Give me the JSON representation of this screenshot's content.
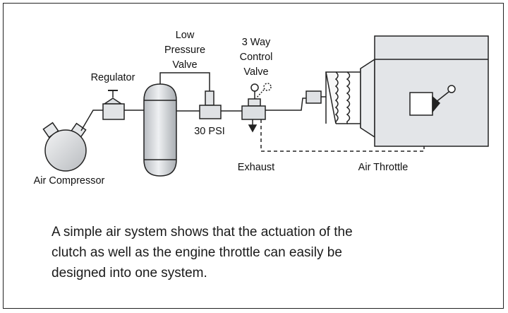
{
  "diagram": {
    "labels": {
      "low_pressure_valve": [
        "Low",
        "Pressure",
        "Valve"
      ],
      "three_way_valve": [
        "3 Way",
        "Control",
        "Valve"
      ],
      "regulator": "Regulator",
      "psi": "30 PSI",
      "exhaust": "Exhaust",
      "air_throttle": "Air Throttle",
      "air_compressor": "Air Compressor"
    }
  },
  "caption": {
    "lines": [
      "A simple air system shows that the actuation of the",
      "clutch as well as the engine throttle can easily be",
      "designed into one system."
    ]
  }
}
